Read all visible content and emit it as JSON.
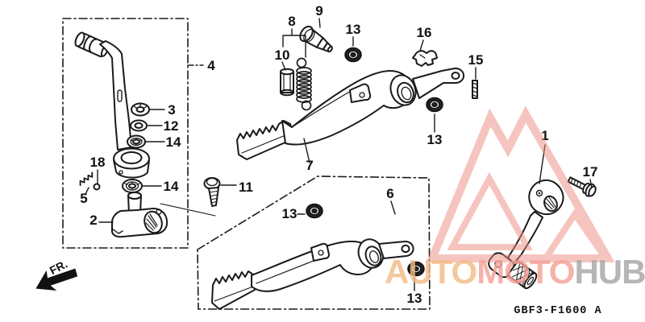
{
  "diagram": {
    "code": "GBF3-F1600 A",
    "direction_label": "FR."
  },
  "callouts": [
    {
      "number": "4"
    },
    {
      "number": "3"
    },
    {
      "number": "12"
    },
    {
      "number": "14"
    },
    {
      "number": "18"
    },
    {
      "number": "5"
    },
    {
      "number": "14"
    },
    {
      "number": "2"
    },
    {
      "number": "11"
    },
    {
      "number": "8"
    },
    {
      "number": "10"
    },
    {
      "number": "9"
    },
    {
      "number": "13"
    },
    {
      "number": "7"
    },
    {
      "number": "16"
    },
    {
      "number": "15"
    },
    {
      "number": "13"
    },
    {
      "number": "6"
    },
    {
      "number": "13"
    },
    {
      "number": "13"
    },
    {
      "number": "1"
    },
    {
      "number": "17"
    }
  ],
  "watermark": {
    "segments": [
      {
        "text": "AUTO",
        "color": "#f2bb84"
      },
      {
        "text": "MOTO",
        "color": "#f4a096"
      },
      {
        "text": "HUB",
        "color": "#a5a5a5"
      }
    ],
    "logo_color": "#ef8a80"
  },
  "colors": {
    "ink": "#1a1a1a",
    "background": "#ffffff"
  }
}
